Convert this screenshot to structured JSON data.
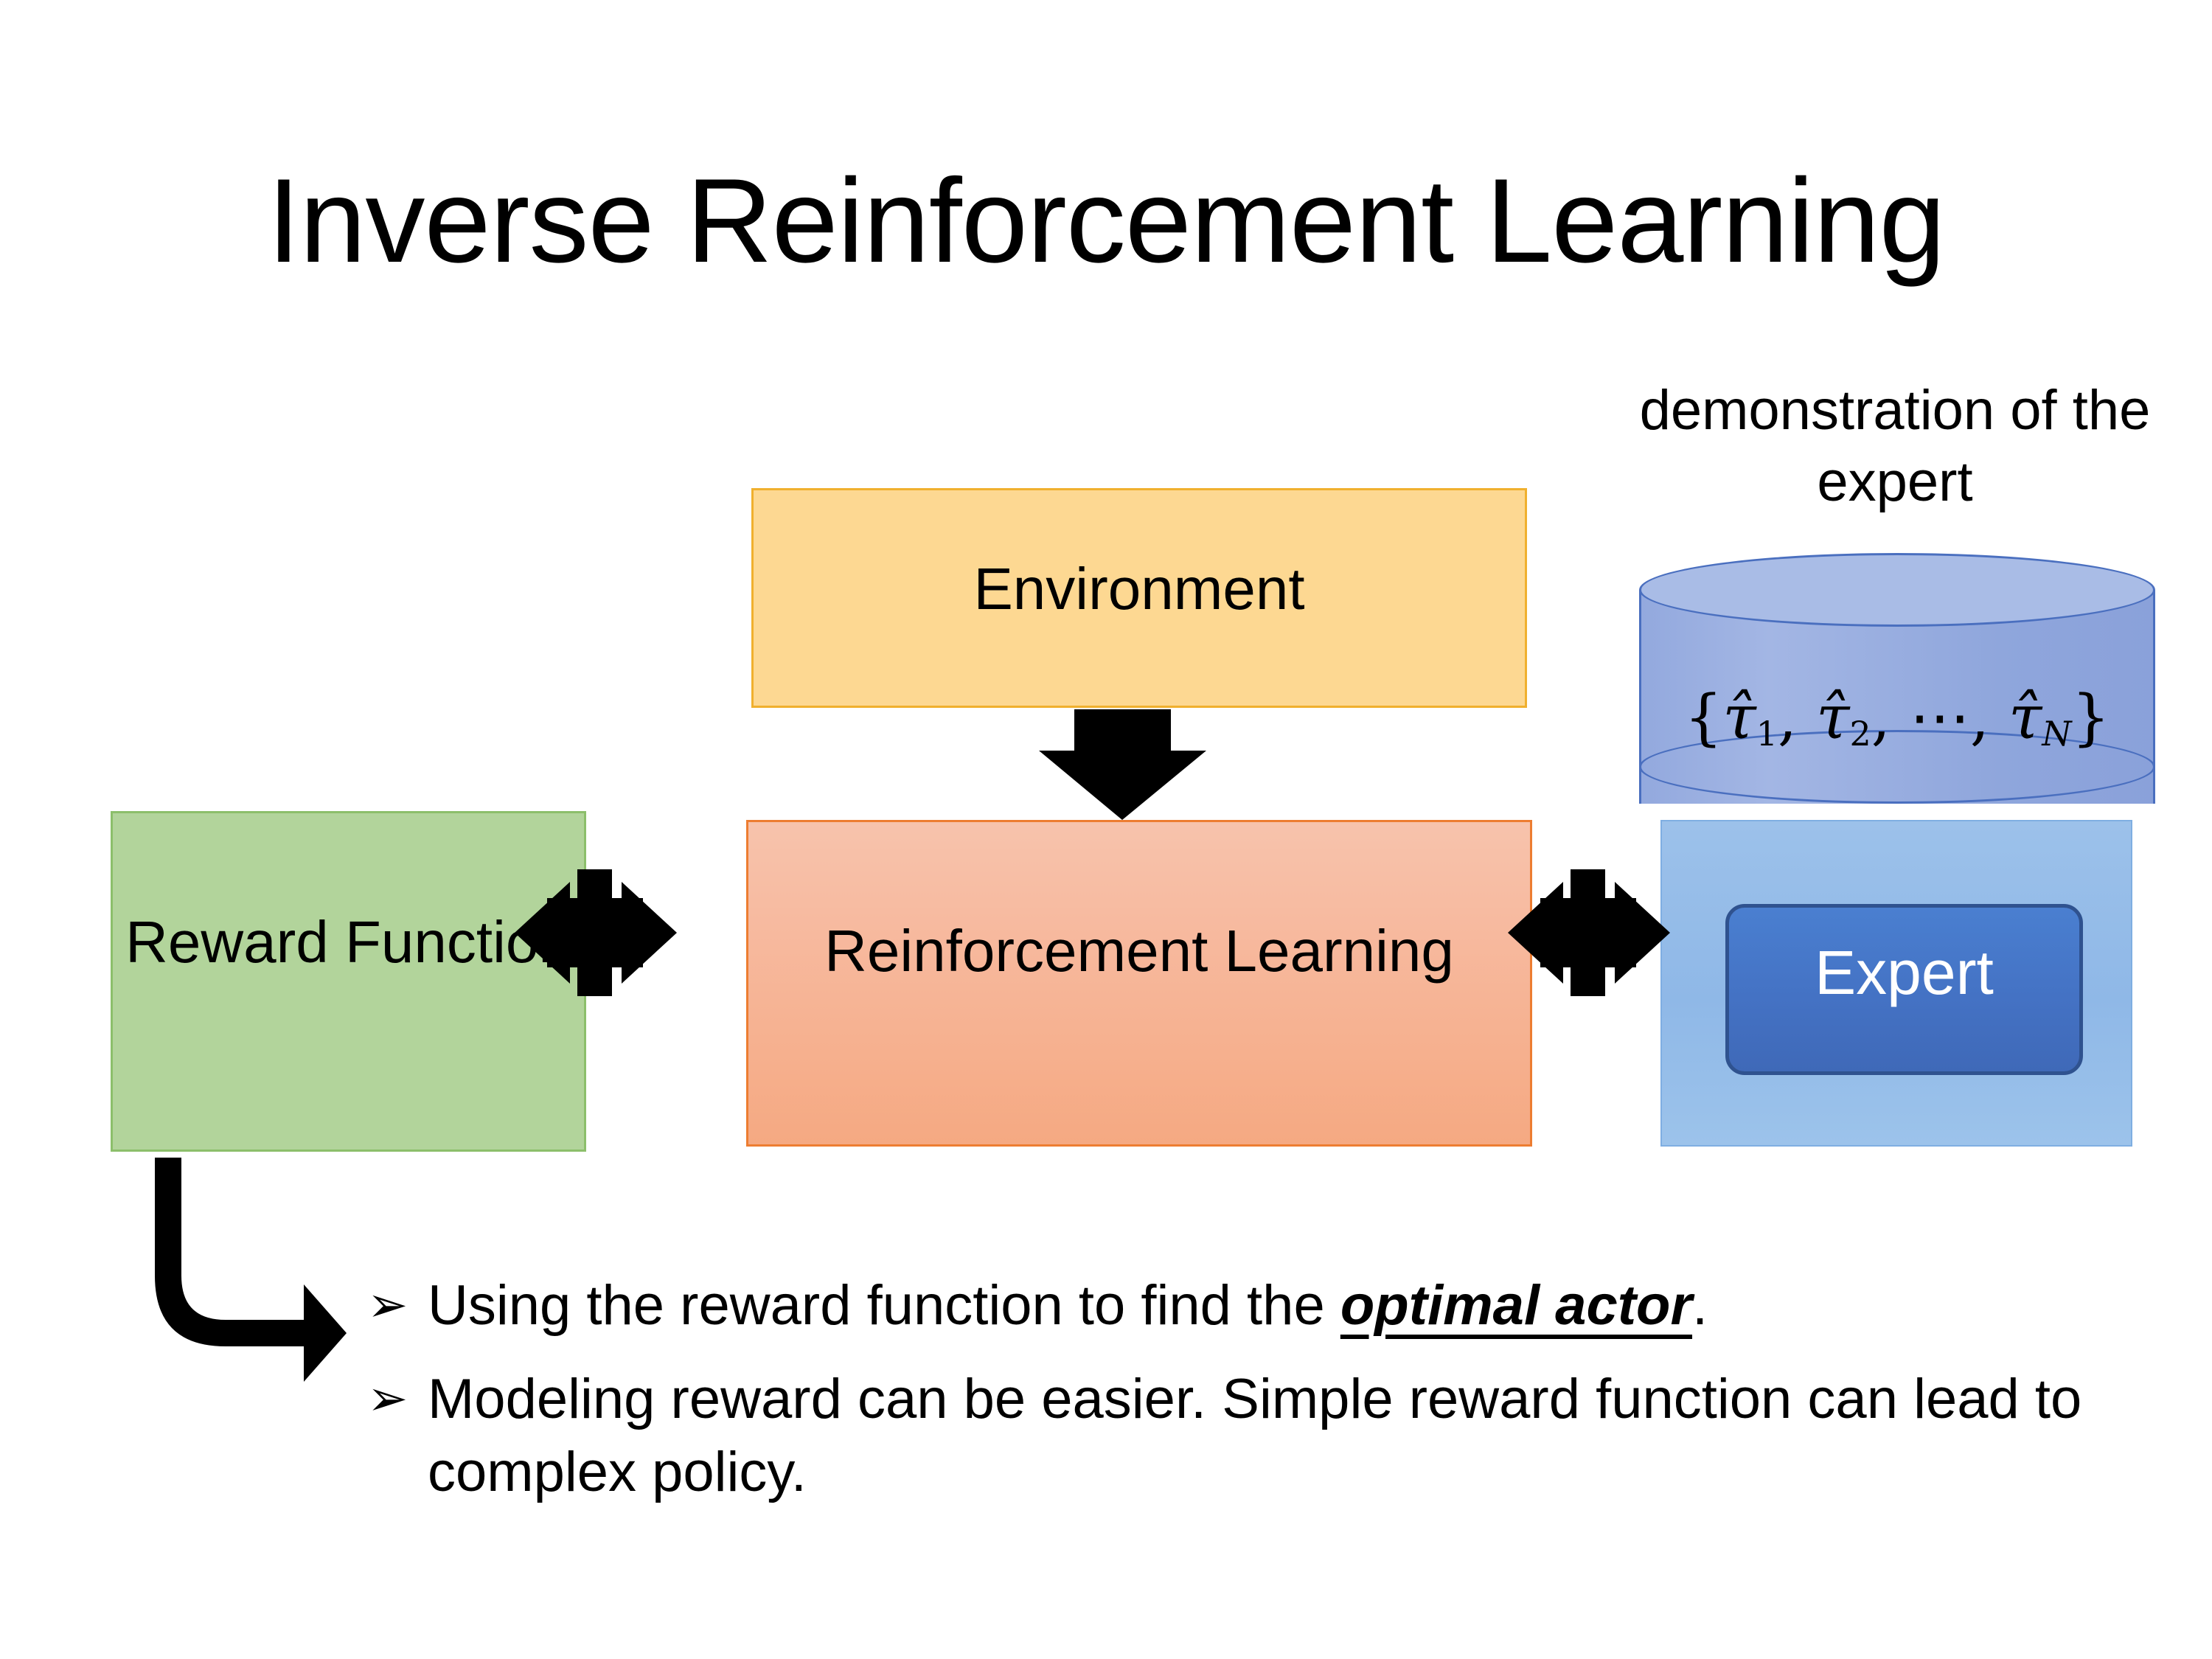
{
  "slide": {
    "title": "Inverse Reinforcement Learning",
    "background_color": "#ffffff"
  },
  "diagram": {
    "reward_box": {
      "label": "Reward\nFunction",
      "fill_color": "#B2D49B",
      "border_color": "#8CBF6B"
    },
    "environment_box": {
      "label": "Environment",
      "fill_color": "#FDD892",
      "border_color": "#F0B02E"
    },
    "rl_box": {
      "label": "Reinforcement\nLearning",
      "fill_color": "#F7B99E",
      "border_color": "#ED7D31"
    },
    "expert_group": {
      "caption": "demonstration\nof the expert",
      "cylinder_formula_plain": "{τ̂1, τ̂2, ⋯, τ̂N}",
      "cylinder_fill_color": "#99ACE0",
      "cylinder_border_color": "#4A6FBF",
      "panel_fill_color": "#92BCE8",
      "expert_label": "Expert",
      "expert_fill_color": "#4472C4",
      "expert_border_color": "#2F528F",
      "expert_text_color": "#FFFFFF"
    },
    "connectors": [
      {
        "name": "environment-to-rl",
        "type": "down-block-arrow",
        "color": "#000000"
      },
      {
        "name": "reward-rl-bidirectional",
        "type": "four-way-arrow",
        "color": "#000000"
      },
      {
        "name": "rl-expert-bidirectional",
        "type": "four-way-arrow",
        "color": "#000000"
      },
      {
        "name": "reward-to-bullet",
        "type": "bent-elbow-arrow",
        "color": "#000000"
      }
    ]
  },
  "bullets": {
    "marker": "➢",
    "items": [
      {
        "prefix": "Using the reward function to find the ",
        "emphasis": "optimal actor",
        "suffix": "."
      },
      {
        "prefix": "Modeling reward can be easier. Simple reward function can lead to complex policy.",
        "emphasis": "",
        "suffix": ""
      }
    ]
  }
}
